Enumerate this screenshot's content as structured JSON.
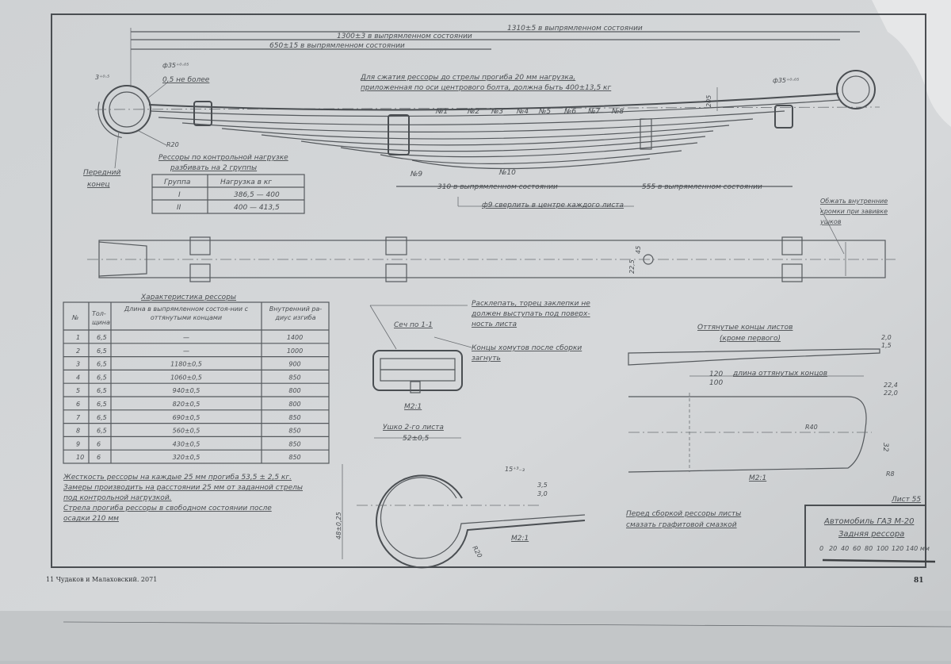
{
  "dimensions": {
    "overall_1": "1310±5  в выпрямленном состоянии",
    "overall_2": "1300±3  в выпрямленном состоянии",
    "half": "650±15  в выпрямленном состоянии",
    "left_part": "310  в выпрямленном состоянии",
    "right_part": "555  в выпрямленном состоянии",
    "eye_dia_left": "ф35⁺⁰·⁰⁵",
    "eye_dia_right": "ф35⁺⁰·⁰⁵",
    "gap": "0,5 не более",
    "r20": "R20",
    "h_small": "3⁺⁰·⁵",
    "height_right": "205",
    "width_plan": "45",
    "width_plan2": "22,5"
  },
  "notes": {
    "load_note_1": "Для сжатия рессоры до стрелы прогиба 20 мм нагрузка,",
    "load_note_2": "приложенная по оси центрового болта, должна быть 400±13,5 кг",
    "front_end_1": "Передний",
    "front_end_2": "конец",
    "drill": "ф9 сверлить в центре каждого листа",
    "bend_note_1": "Обжать внутренние",
    "bend_note_2": "кромки при завивке",
    "bend_note_3": "ушков",
    "rivet_1": "Расклепать, торец заклепки не",
    "rivet_2": "должен выступать под поверх-",
    "rivet_3": "ность листа",
    "clamp_1": "Концы хомутов после сборки",
    "clamp_2": "загнуть",
    "stiffness_1": "Жесткость рессоры на каждые 25 мм прогиба  53,5 ± 2,5 кг.",
    "stiffness_2": "Замеры производить на расстоянии 25 мм от заданной стрелы",
    "stiffness_3": "под контрольной нагрузкой.",
    "stiffness_4": "Стрела прогиба рессоры в свободном состоянии после",
    "stiffness_5": "осадки 210 мм",
    "grease_1": "Перед сборкой рессоры листы",
    "grease_2": "смазать графитовой смазкой"
  },
  "leaf_labels": [
    "№1",
    "№2",
    "№3",
    "№4",
    "№5",
    "№6",
    "№7",
    "№8",
    "№9",
    "№10"
  ],
  "group_table": {
    "title_1": "Рессоры по контрольной нагрузке",
    "title_2": "разбивать на 2 группы",
    "headers": [
      "Группа",
      "Нагрузка в кг"
    ],
    "rows": [
      [
        "I",
        "386,5 — 400"
      ],
      [
        "II",
        "400 — 413,5"
      ]
    ]
  },
  "spec_table": {
    "title": "Характеристика рессоры",
    "headers": [
      "№",
      "Тол-щина",
      "Длина в выпрямленном состоя-нии с оттянутыми концами",
      "Внутренний ра-диус изгиба"
    ],
    "rows": [
      [
        "1",
        "6,5",
        "—",
        "1400"
      ],
      [
        "2",
        "6,5",
        "—",
        "1000"
      ],
      [
        "3",
        "6,5",
        "1180±0,5",
        "900"
      ],
      [
        "4",
        "6,5",
        "1060±0,5",
        "850"
      ],
      [
        "5",
        "6,5",
        "940±0,5",
        "800"
      ],
      [
        "6",
        "6,5",
        "820±0,5",
        "800"
      ],
      [
        "7",
        "6,5",
        "690±0,5",
        "850"
      ],
      [
        "8",
        "6,5",
        "560±0,5",
        "850"
      ],
      [
        "9",
        "6",
        "430±0,5",
        "850"
      ],
      [
        "10",
        "6",
        "320±0,5",
        "850"
      ]
    ]
  },
  "section": {
    "title": "Сеч по 1-1",
    "scale": "М2:1"
  },
  "eye_detail": {
    "title": "Ушко 2-го листа",
    "width": "52±0,5",
    "height": "48±0,25",
    "angle": "15⁺³₋₃",
    "thick_1": "3,5",
    "thick_2": "3,0",
    "r": "R20",
    "scale": "М2:1"
  },
  "tapered": {
    "title_1": "Оттянутые концы листов",
    "title_2": "(кроме первого)",
    "len_1": "120",
    "len_2": "100",
    "len_label": "длина оттянутых концов",
    "t1": "2,0",
    "t2": "1,5",
    "w1": "22,4",
    "w2": "22,0",
    "r40": "R40",
    "r8": "R8",
    "w": "32",
    "scale": "М2:1"
  },
  "title_block": {
    "sheet": "Лист 55",
    "line1": "Автомобиль ГАЗ М-20",
    "line2": "Задняя рессора",
    "scale_ticks": [
      "0",
      "20",
      "40",
      "60",
      "80",
      "100",
      "120",
      "140 мм"
    ]
  },
  "footer": {
    "left": "11   Чудаков и Малаховский.     2071",
    "page": "81"
  }
}
